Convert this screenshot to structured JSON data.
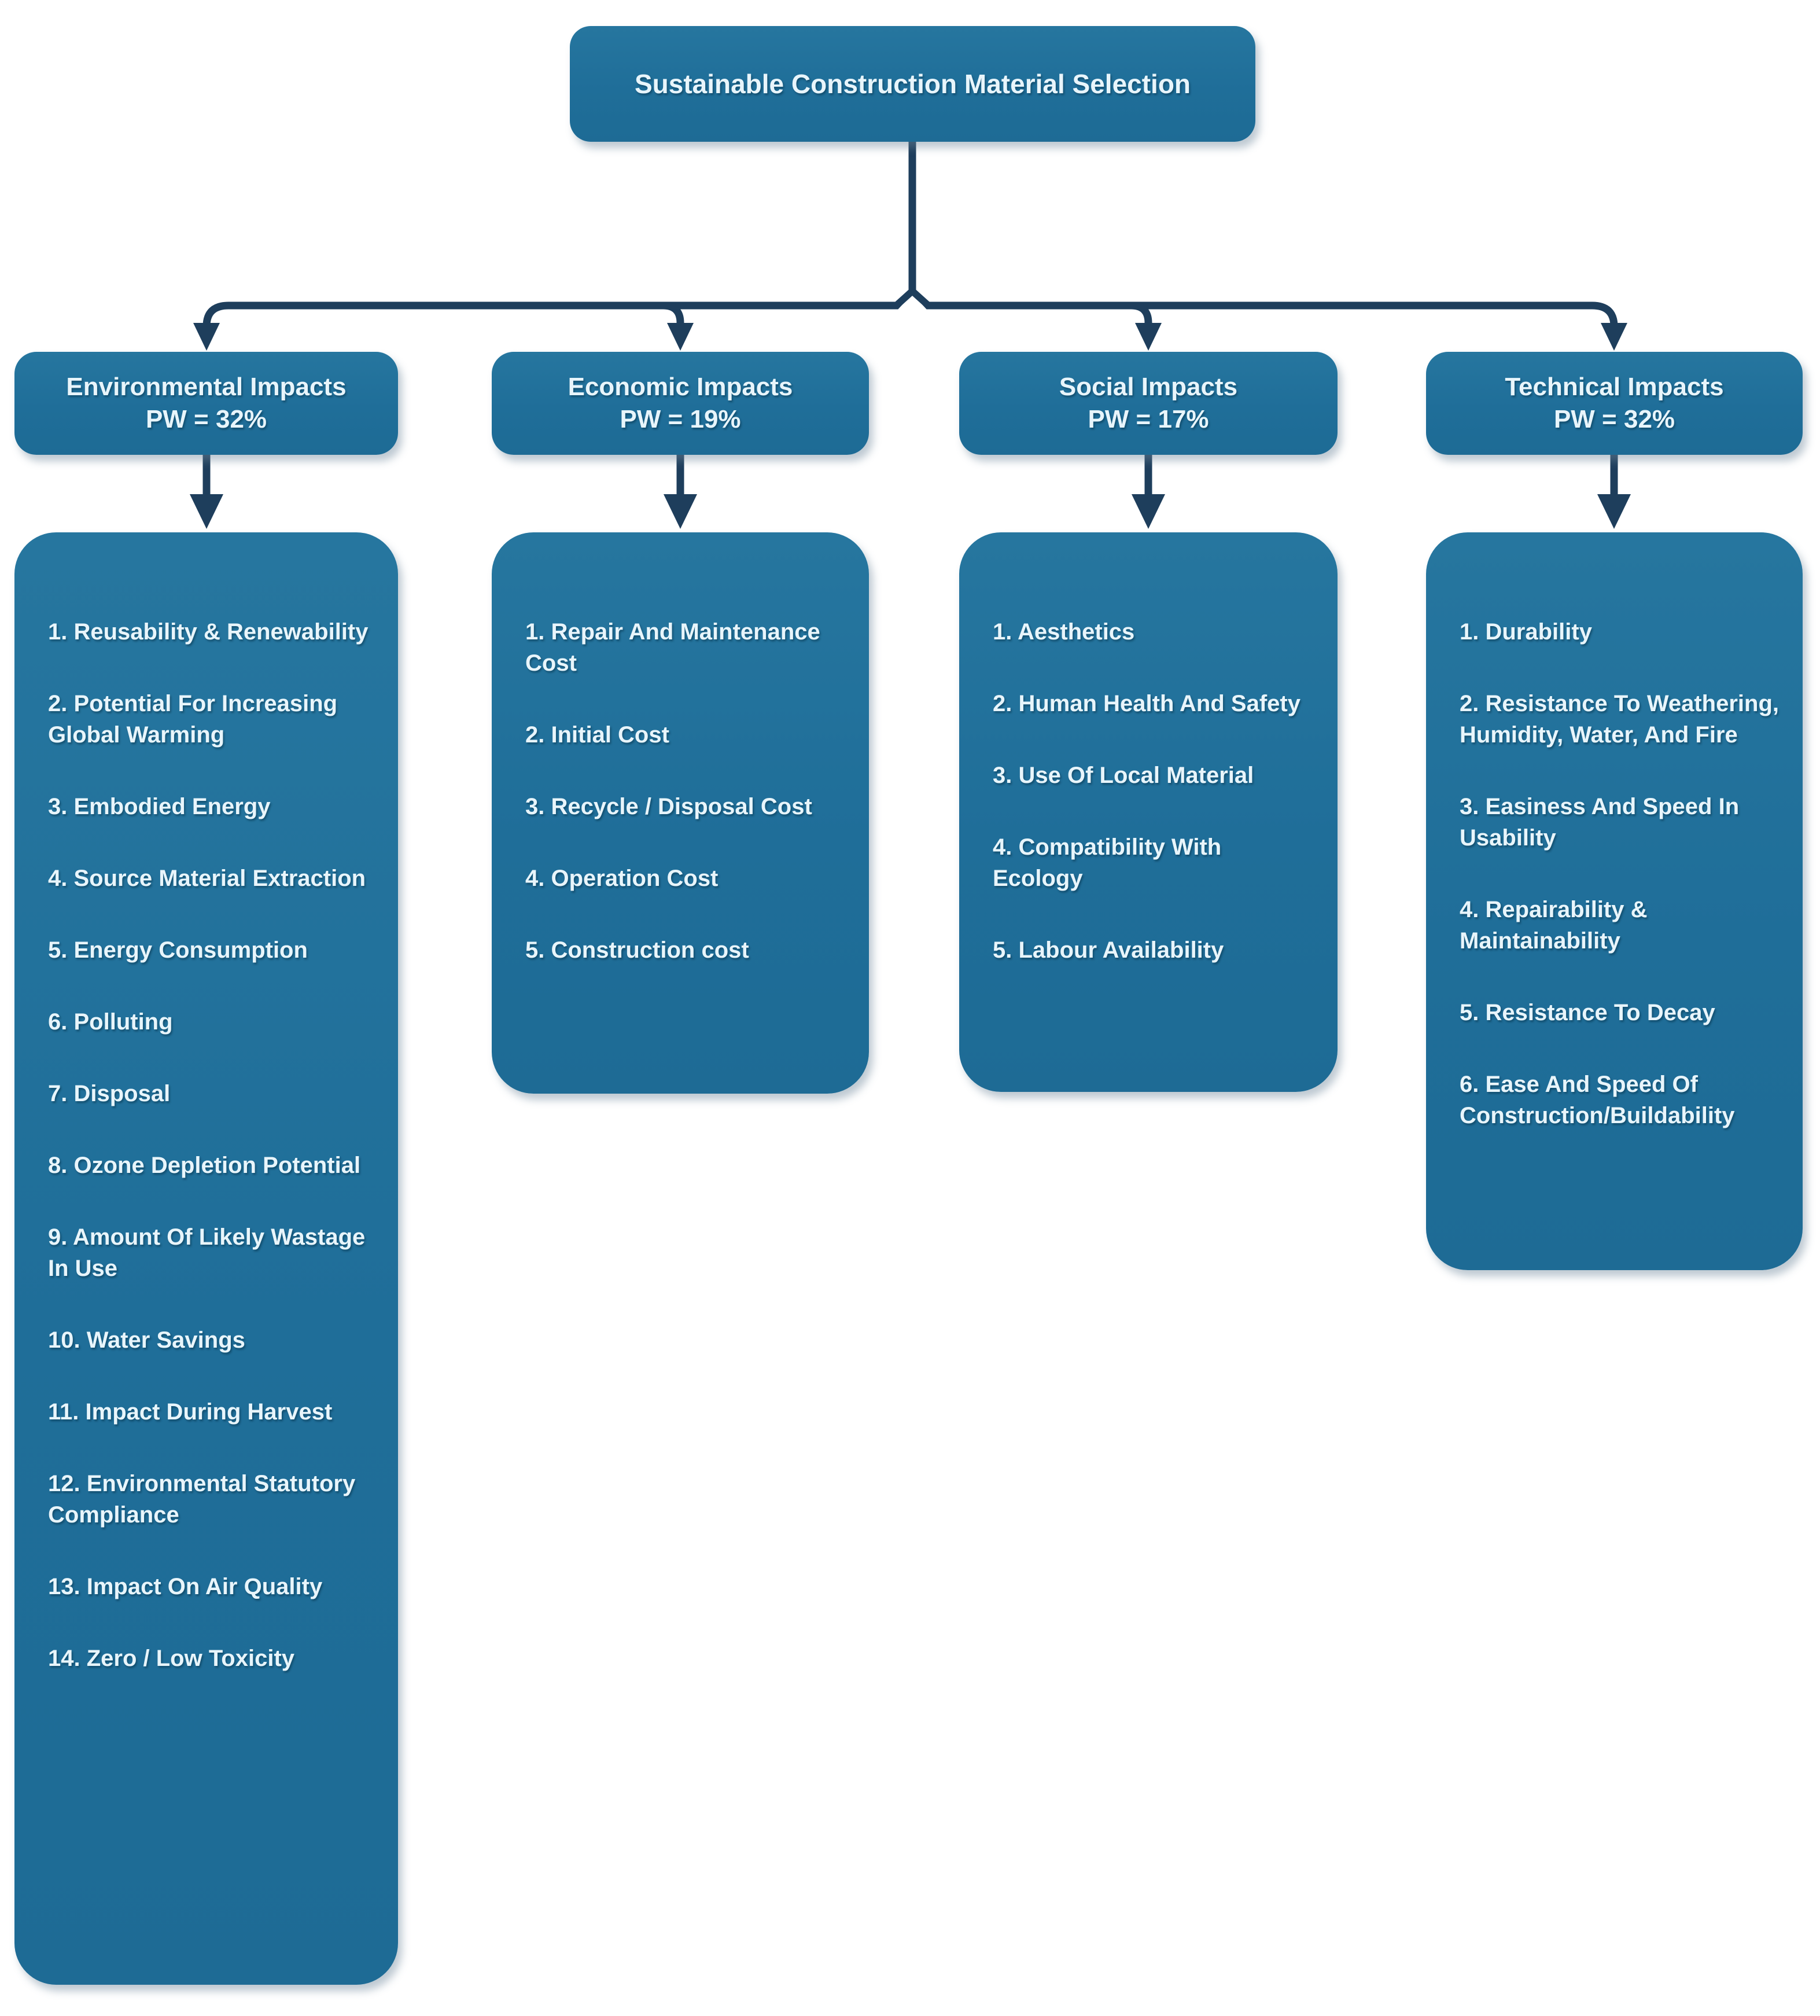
{
  "diagram": {
    "root_title": "Sustainable Construction Material Selection",
    "branches": [
      {
        "key": "environmental",
        "title": "Environmental Impacts",
        "pw": "PW = 32%",
        "items": [
          "1. Reusability & Renewability",
          "2. Potential For Increasing Global Warming",
          "3. Embodied Energy",
          "4. Source Material Extraction",
          "5. Energy Consumption",
          "6. Polluting",
          "7. Disposal",
          "8. Ozone Depletion Potential",
          "9. Amount Of Likely Wastage In Use",
          "10. Water Savings",
          "11. Impact During Harvest",
          "12. Environmental Statutory Compliance",
          "13. Impact On Air Quality",
          "14. Zero / Low Toxicity"
        ]
      },
      {
        "key": "economic",
        "title": "Economic Impacts",
        "pw": "PW = 19%",
        "items": [
          "1. Repair And Maintenance Cost",
          "2. Initial Cost",
          "3. Recycle / Disposal Cost",
          "4. Operation Cost",
          "5. Construction cost"
        ]
      },
      {
        "key": "social",
        "title": "Social Impacts",
        "pw": "PW = 17%",
        "items": [
          "1. Aesthetics",
          "2. Human Health And Safety",
          "3. Use Of Local Material",
          "4. Compatibility With Ecology",
          "5. Labour Availability"
        ]
      },
      {
        "key": "technical",
        "title": "Technical Impacts",
        "pw": "PW = 32%",
        "items": [
          "1. Durability",
          "2. Resistance To Weathering, Humidity, Water, And Fire",
          "3. Easiness And Speed In Usability",
          "4. Repairability & Maintainability",
          "5. Resistance To Decay",
          "6. Ease And Speed Of Construction/Buildability"
        ]
      }
    ],
    "colors": {
      "node_fill": "#1f6e99",
      "node_text": "#e8f5fb",
      "connector": "#1e3e5c",
      "background": "#ffffff"
    }
  }
}
